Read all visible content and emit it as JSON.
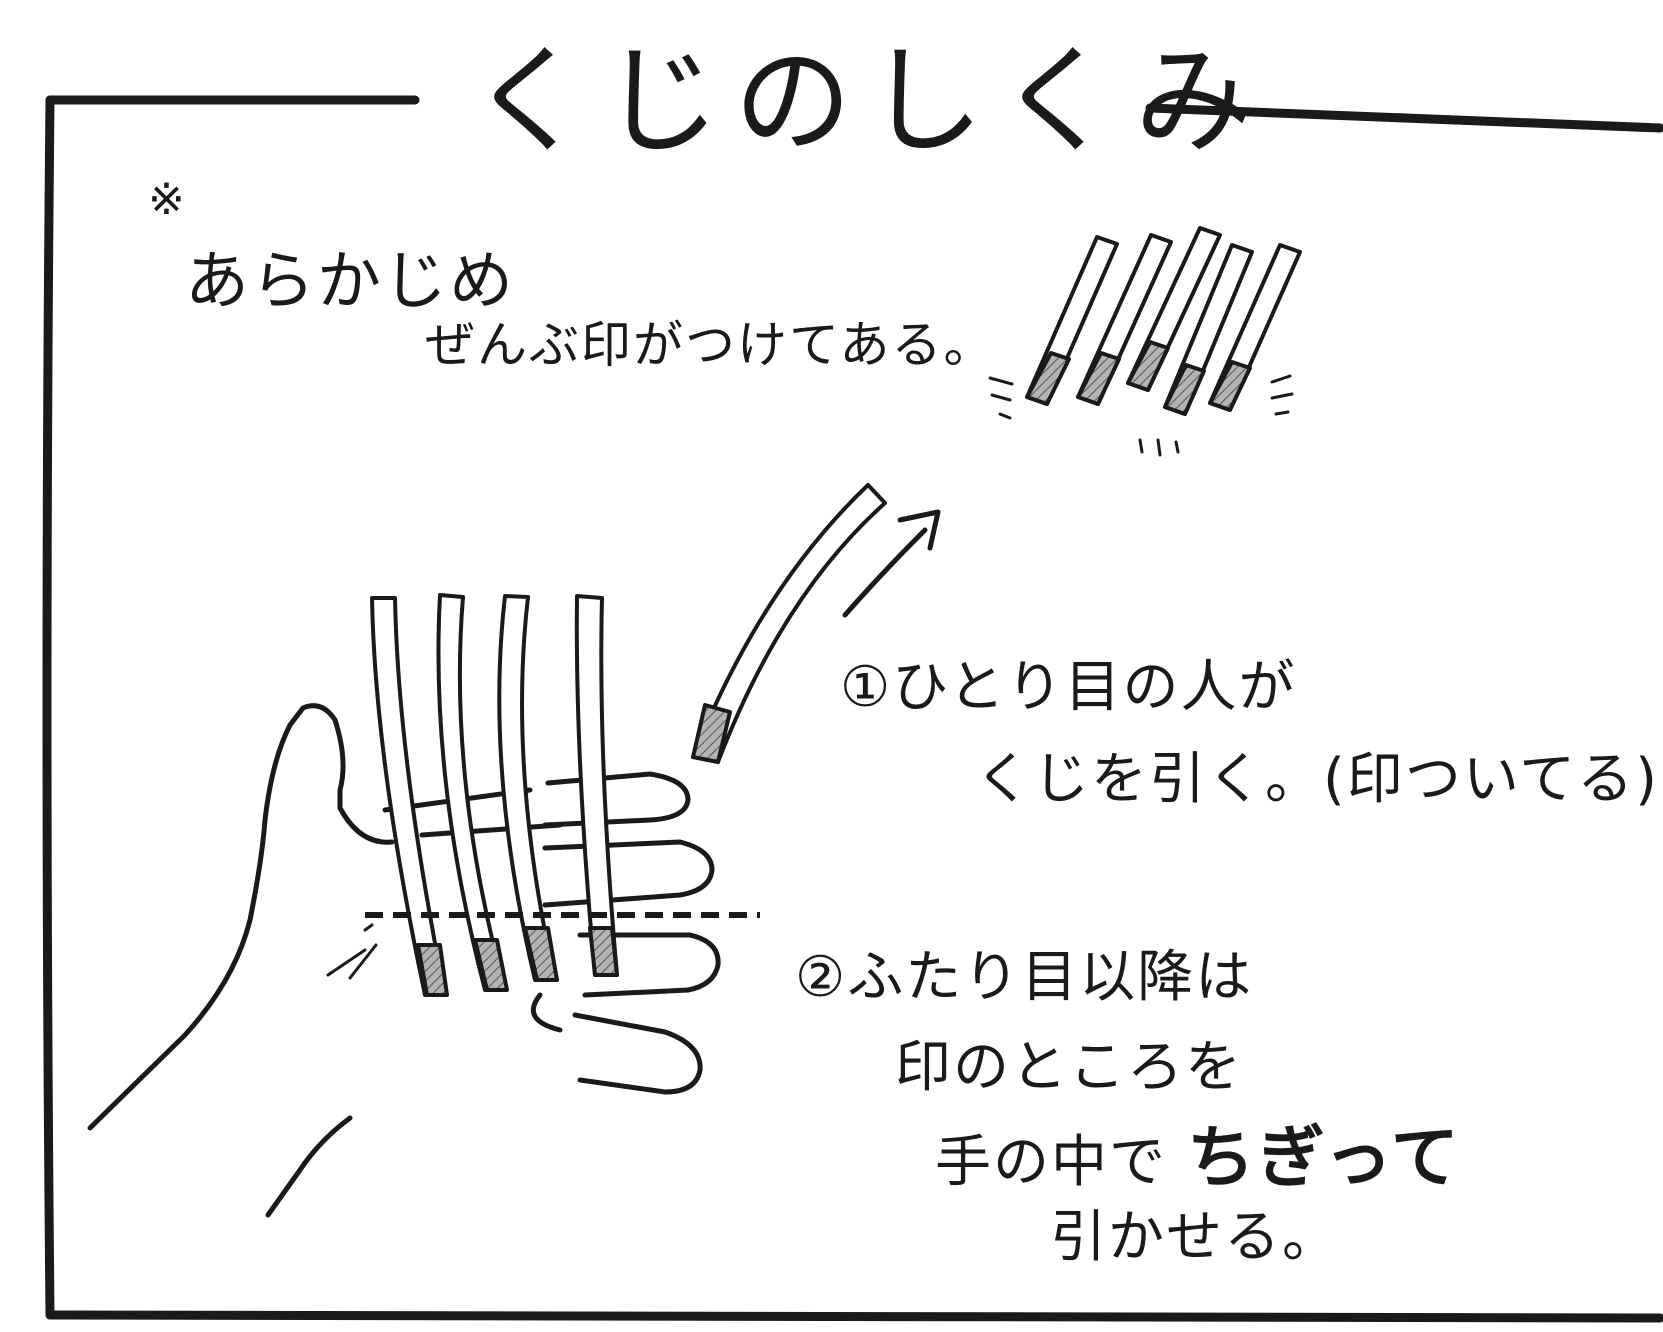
{
  "title": "くじのしくみ",
  "note": {
    "mark": "※",
    "line1": "あらかじめ",
    "line2": "ぜんぶ印がつけてある。"
  },
  "steps": [
    {
      "lines": [
        "①ひとり目の人が",
        "くじを引く。(印ついてる)"
      ]
    },
    {
      "lines": [
        "②ふたり目以降は",
        "印のところを",
        "手の中で",
        "引かせる。"
      ],
      "emphasis": "ちぎって"
    }
  ],
  "colors": {
    "ink": "#1a1a1a",
    "mark_fill": "#8a8a8a",
    "paper": "#ffffff"
  }
}
